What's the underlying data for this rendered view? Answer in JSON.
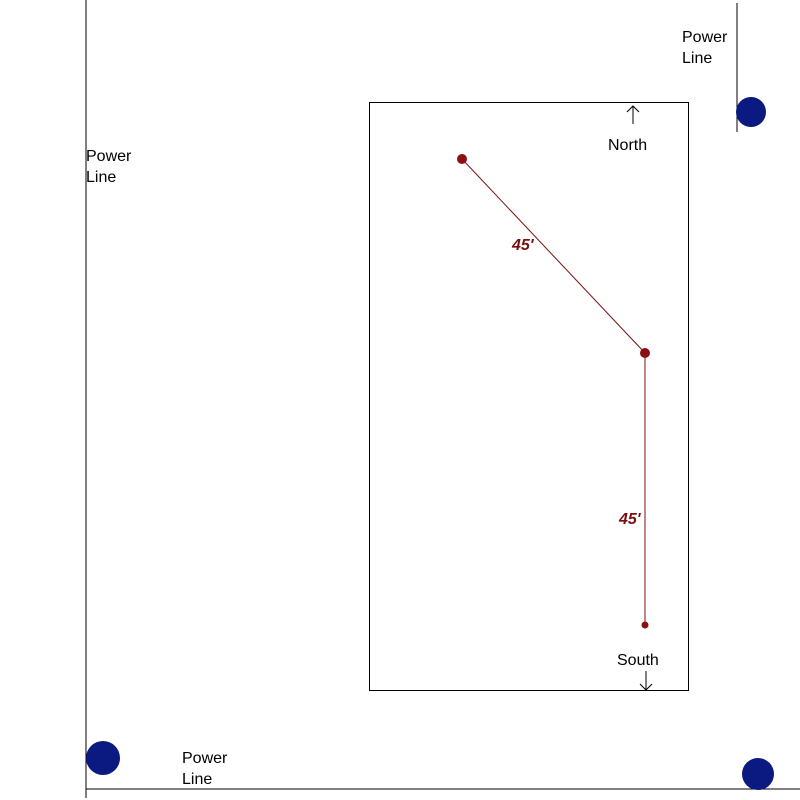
{
  "labels": {
    "power_line_left": "Power\nLine",
    "power_line_top_right": "Power\nLine",
    "power_line_bottom": "Power\nLine",
    "north": "North",
    "south": "South"
  },
  "measurements": {
    "segment_upper": "45'",
    "segment_lower": "45'"
  },
  "colors": {
    "line": "#000000",
    "pole": "#0a1a80",
    "segment": "#7a0f0f",
    "point": "#8b1010"
  }
}
